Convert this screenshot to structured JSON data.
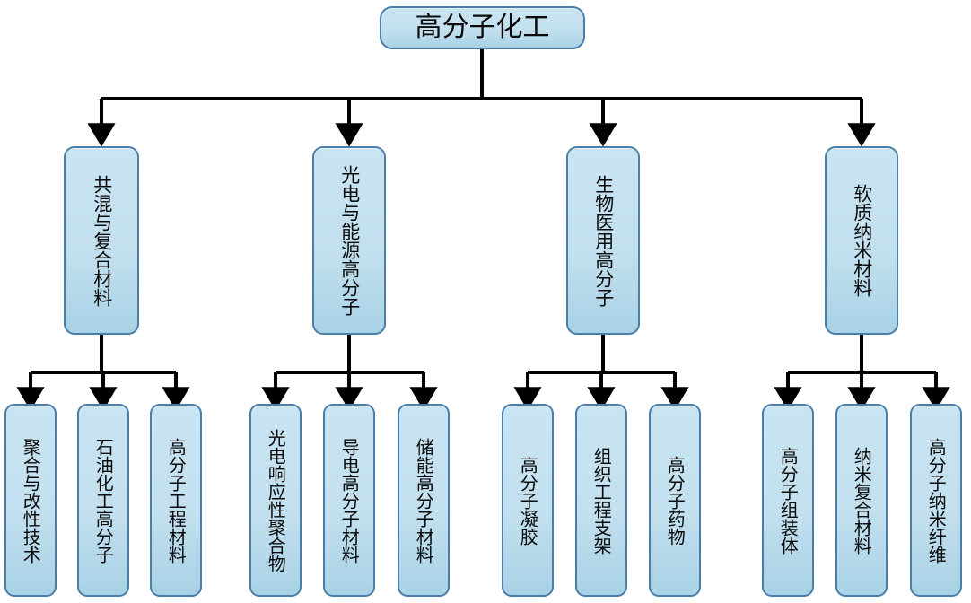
{
  "diagram": {
    "title": "高分子化工",
    "type": "tree",
    "theme": {
      "node_fill_top": "#c9e4f2",
      "node_fill_bottom": "#a9d2e6",
      "node_border": "#4a7da8",
      "connector": "#000000",
      "background": "#ffffff",
      "text": "#0b0b0b"
    },
    "root": {
      "label": "高分子化工"
    },
    "branches": [
      {
        "label": "共混与复合材料",
        "children": [
          {
            "label": "聚合与改性技术"
          },
          {
            "label": "石油化工高分子"
          },
          {
            "label": "高分子工程材料"
          }
        ]
      },
      {
        "label": "光电与能源高分子",
        "children": [
          {
            "label": "光电响应性聚合物"
          },
          {
            "label": "导电高分子材料"
          },
          {
            "label": "储能高分子材料"
          }
        ]
      },
      {
        "label": "生物医用高分子",
        "children": [
          {
            "label": "高分子凝胶"
          },
          {
            "label": "组织工程支架"
          },
          {
            "label": "高分子药物"
          }
        ]
      },
      {
        "label": "软质纳米材料",
        "children": [
          {
            "label": "高分子组装体"
          },
          {
            "label": "纳米复合材料"
          },
          {
            "label": "高分子纳米纤维"
          }
        ]
      }
    ]
  }
}
